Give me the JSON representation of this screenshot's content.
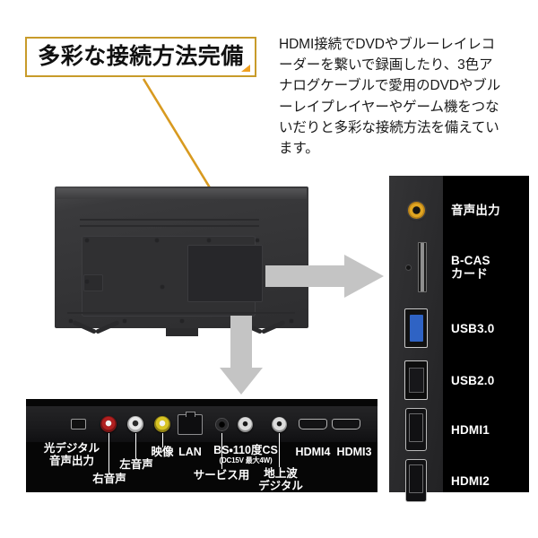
{
  "headline": {
    "text": "多彩な接続方法完備",
    "border_color": "#c89b2a",
    "corner_color": "#f0a020"
  },
  "body": {
    "paragraph": "HDMI接続でDVDやブルーレイレコーダーを繋いで録画したり、3色アナログケーブルで愛用のDVDやブルーレイプレイヤーやゲーム機をつないだりと多彩な接続方法を備えています。"
  },
  "pointer": {
    "line_color": "#d89a20",
    "dot_color": "#f5a11e"
  },
  "arrows": {
    "color": "#c4c4c4",
    "right_label": "arrow-right",
    "down_label": "arrow-down"
  },
  "tv": {
    "view": "rear",
    "body_color": "#343436"
  },
  "side_panel": {
    "ports": [
      {
        "label": "音声出力",
        "icon": "audio-out-jack"
      },
      {
        "label": "B-CAS\nカード",
        "line1": "B-CAS",
        "line2": "カード",
        "icon": "bcas-card-slot"
      },
      {
        "label": "USB3.0",
        "icon": "usb3-port"
      },
      {
        "label": "USB2.0",
        "icon": "usb2-port"
      },
      {
        "label": "HDMI1",
        "icon": "hdmi-port"
      },
      {
        "label": "HDMI2",
        "icon": "hdmi-port"
      }
    ]
  },
  "bottom_panel": {
    "labels": [
      {
        "line1": "光デジタル",
        "line2": "音声出力",
        "icon": "optical-audio-port"
      },
      {
        "line1": "右音声",
        "icon": "rca-red-port"
      },
      {
        "line1": "左音声",
        "icon": "rca-white-port"
      },
      {
        "line1": "映像",
        "icon": "rca-yellow-port"
      },
      {
        "line1": "LAN",
        "icon": "lan-port"
      },
      {
        "line1": "サービス用",
        "icon": "service-port"
      },
      {
        "line1": "BS・110度CS",
        "sub": "(DC15V 最大4W)",
        "icon": "coax-bs-cs-port"
      },
      {
        "line1": "地上波",
        "line2": "デジタル",
        "icon": "coax-terrestrial-port"
      },
      {
        "line1": "HDMI4",
        "icon": "hdmi-flat-port"
      },
      {
        "line1": "HDMI3",
        "icon": "hdmi-flat-port"
      }
    ]
  }
}
